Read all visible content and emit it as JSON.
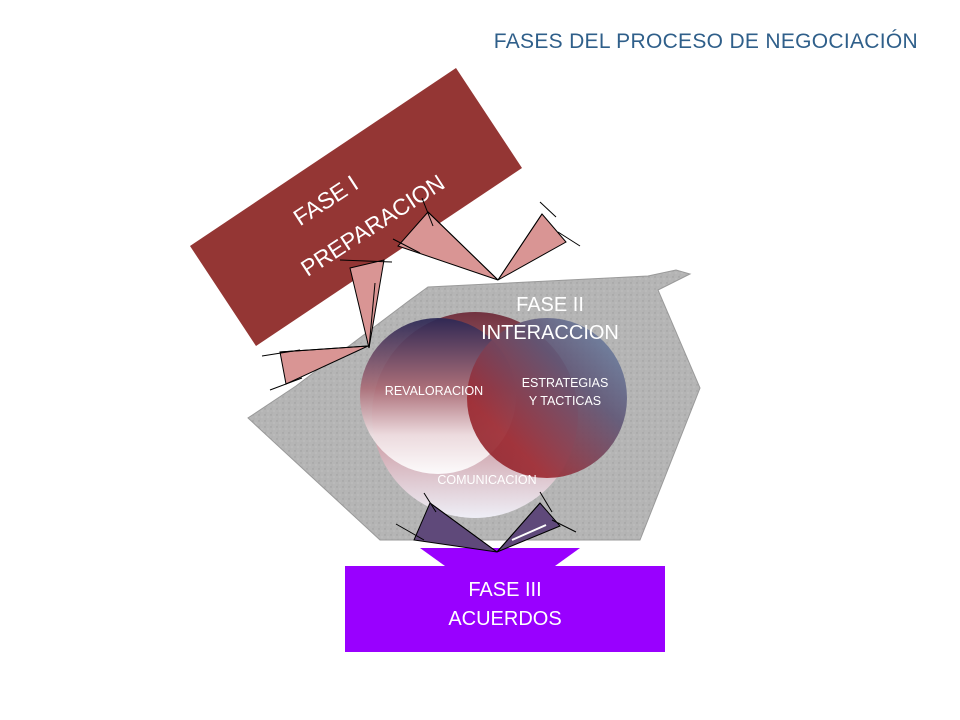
{
  "title": "FASES DEL PROCESO DE NEGOCIACIÓN",
  "phase1": {
    "line1": "FASE I",
    "line2": "PREPARACION",
    "color": "#943634"
  },
  "phase2": {
    "line1": "FASE II",
    "line2": "INTERACCION",
    "stone_color": "#b3b3b3"
  },
  "phase3": {
    "line1": "FASE III",
    "line2": "ACUERDOS",
    "color": "#9900ff"
  },
  "circles": {
    "revaloracion": "REVALORACION",
    "estrategias_line1": "ESTRATEGIAS",
    "estrategias_line2": "Y  TACTICAS",
    "comunicacion": "COMUNICACION"
  },
  "colors": {
    "title": "#2f5f8a",
    "top_funnels": "#d99594",
    "bottom_funnels": "#5f497a"
  }
}
